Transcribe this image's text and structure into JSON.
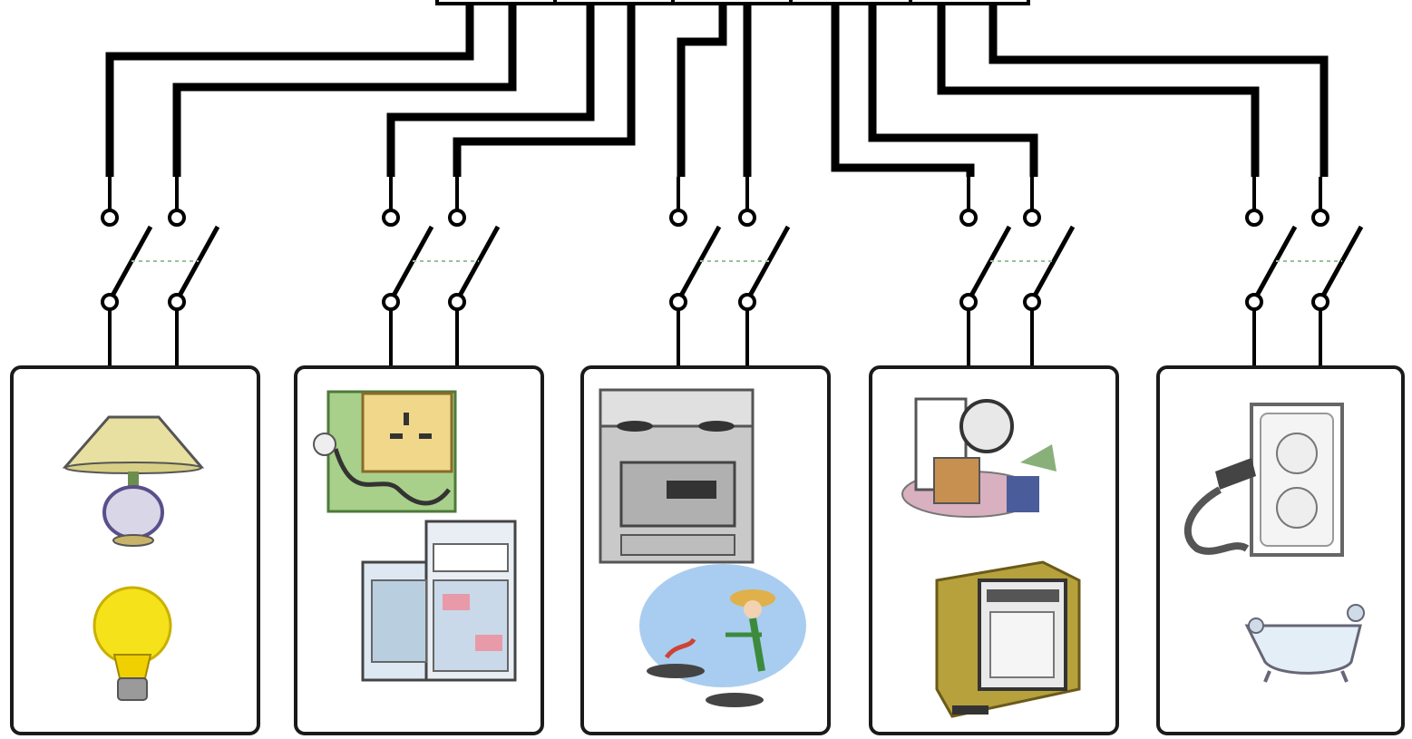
{
  "diagram": {
    "busbar": {
      "segments": 5
    },
    "circuits": [
      {
        "appliances": [
          "table-lamp",
          "light-bulb"
        ]
      },
      {
        "appliances": [
          "wall-socket",
          "refrigerator"
        ]
      },
      {
        "appliances": [
          "stove-oven",
          "cooking"
        ]
      },
      {
        "appliances": [
          "washing-machine",
          "dishwasher"
        ]
      },
      {
        "appliances": [
          "power-outlet",
          "bathtub"
        ]
      }
    ],
    "colors": {
      "line": "#000000",
      "box_border": "#1a1a1a",
      "lamp_shade": "#e8e0a0",
      "bulb": "#f5e21a",
      "sky": "#a9cdf0",
      "appliance_grey": "#b8b8b8"
    }
  }
}
